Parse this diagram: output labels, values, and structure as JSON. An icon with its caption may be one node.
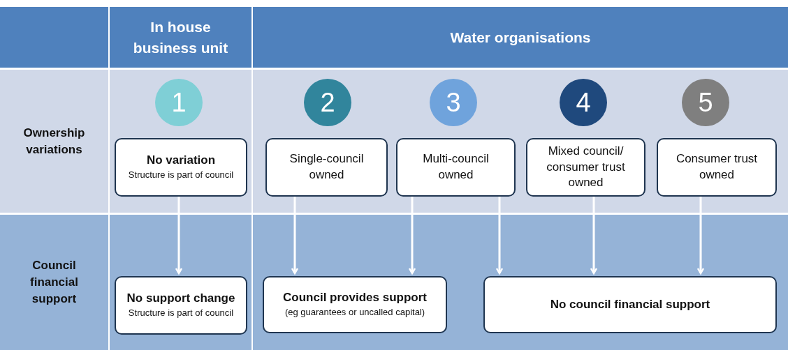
{
  "diagram": {
    "nodes": [
      {
        "text": [
          "1"
        ]
      },
      {
        "text": [
          "2"
        ]
      },
      {
        "text": [
          "3"
        ]
      },
      {
        "text": [
          "4"
        ]
      },
      {
        "text": [
          "5"
        ]
      },
      {
        "text": [
          "No variation",
          "Structure is part of council"
        ]
      },
      {
        "text": [
          "Single-council owned"
        ]
      },
      {
        "text": [
          "Multi-council owned"
        ]
      },
      {
        "text": [
          "Mixed council/ consumer trust owned"
        ]
      },
      {
        "text": [
          "Consumer trust owned"
        ]
      },
      {
        "text": [
          "No support change",
          "Structure is part of council"
        ]
      },
      {
        "text": [
          "Council provides support",
          "(eg guarantees or uncalled capital)"
        ]
      },
      {
        "text": [
          "No council financial support"
        ]
      }
    ],
    "edges": [
      {
        "from": 5,
        "to": 10,
        "arrow": "to"
      },
      {
        "from": 6,
        "to": 11,
        "arrow": "to"
      },
      {
        "from": 7,
        "to": 11,
        "arrow": "to"
      },
      {
        "from": 7,
        "to": 12,
        "arrow": "to"
      },
      {
        "from": 8,
        "to": 12,
        "arrow": "to"
      },
      {
        "from": 9,
        "to": 12,
        "arrow": "to"
      }
    ],
    "labels": [
      "In house business unit",
      "Water organisations",
      "Ownership variations",
      "Council financial support"
    ]
  }
}
